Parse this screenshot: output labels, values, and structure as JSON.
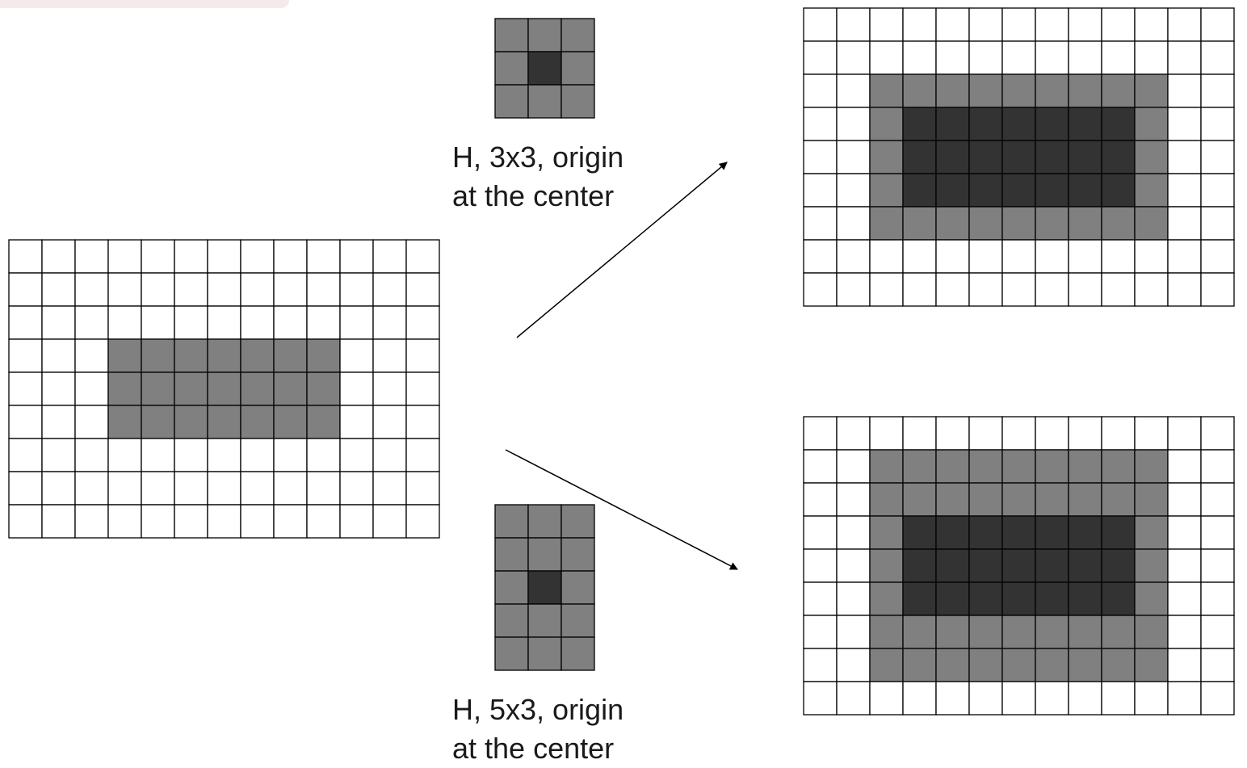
{
  "diagram": {
    "colors": {
      "background": "#ffffff",
      "cell_empty": "#ffffff",
      "cell_input": "#808080",
      "cell_added": "#808080",
      "cell_original": "#333333",
      "kernel_cell": "#808080",
      "kernel_origin": "#333333",
      "grid_line": "#000000",
      "arrow": "#000000"
    },
    "input_grid": {
      "rows": 9,
      "cols": 13,
      "filled_rows": [
        3,
        4,
        5
      ],
      "filled_cols": [
        3,
        4,
        5,
        6,
        7,
        8,
        9
      ]
    },
    "kernels": [
      {
        "id": "kernel-3x3",
        "rows": 3,
        "cols": 3,
        "origin": [
          1,
          1
        ],
        "caption_line1": "H, 3x3, origin",
        "caption_line2": "at the center"
      },
      {
        "id": "kernel-5x3",
        "rows": 5,
        "cols": 3,
        "origin": [
          2,
          1
        ],
        "caption_line1": "H, 5x3, origin",
        "caption_line2": "at the center"
      }
    ],
    "output_grids": [
      {
        "id": "output-3x3",
        "rows": 9,
        "cols": 13,
        "dilated_rows": [
          2,
          3,
          4,
          5,
          6
        ],
        "dilated_cols": [
          2,
          3,
          4,
          5,
          6,
          7,
          8,
          9,
          10
        ],
        "original_rows": [
          3,
          4,
          5
        ],
        "original_cols": [
          3,
          4,
          5,
          6,
          7,
          8,
          9
        ]
      },
      {
        "id": "output-5x3",
        "rows": 9,
        "cols": 13,
        "dilated_rows": [
          1,
          2,
          3,
          4,
          5,
          6,
          7
        ],
        "dilated_cols": [
          2,
          3,
          4,
          5,
          6,
          7,
          8,
          9,
          10
        ],
        "original_rows": [
          3,
          4,
          5
        ],
        "original_cols": [
          3,
          4,
          5,
          6,
          7,
          8,
          9
        ]
      }
    ]
  }
}
